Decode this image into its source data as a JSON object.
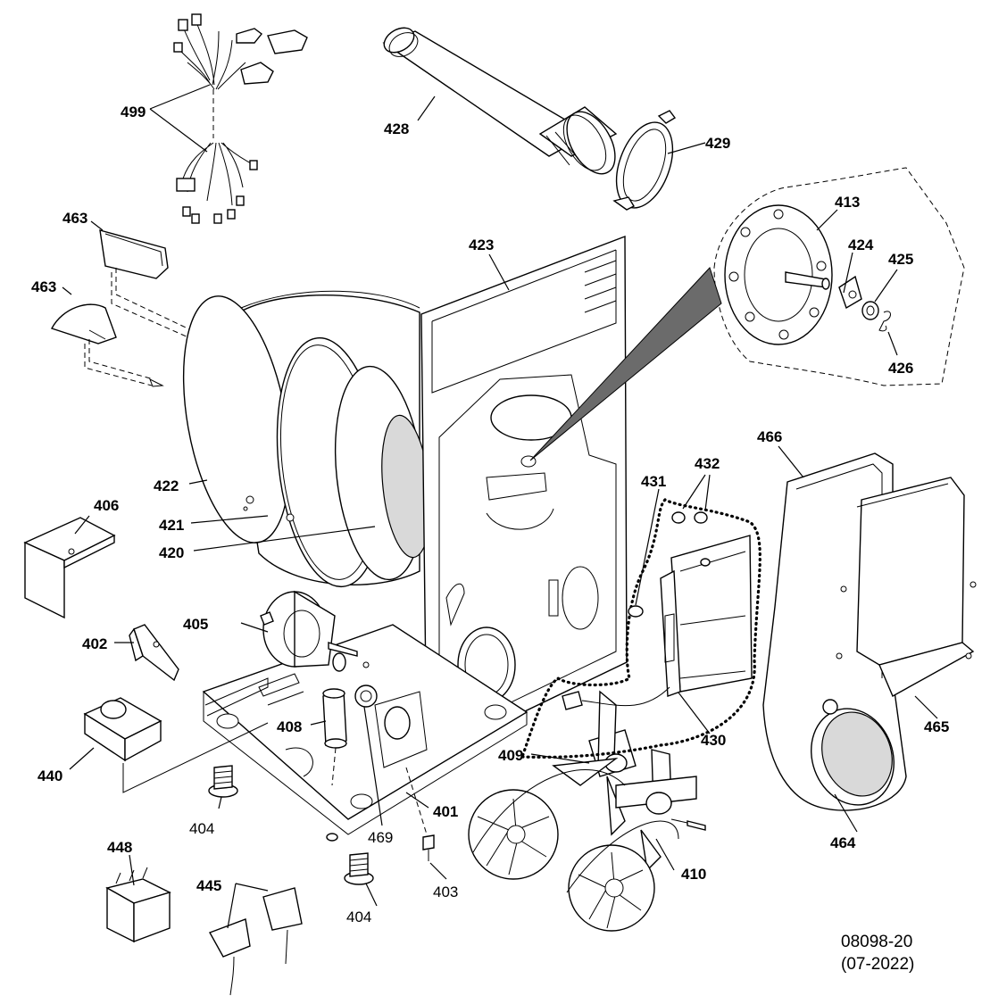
{
  "callouts": [
    {
      "id": "499",
      "text": "499",
      "bold": true
    },
    {
      "id": "428",
      "text": "428",
      "bold": true
    },
    {
      "id": "429",
      "text": "429",
      "bold": true
    },
    {
      "id": "463a",
      "text": "463",
      "bold": true
    },
    {
      "id": "463b",
      "text": "463",
      "bold": true
    },
    {
      "id": "423",
      "text": "423",
      "bold": true
    },
    {
      "id": "413",
      "text": "413",
      "bold": true
    },
    {
      "id": "424",
      "text": "424",
      "bold": true
    },
    {
      "id": "425",
      "text": "425",
      "bold": true
    },
    {
      "id": "426",
      "text": "426",
      "bold": true
    },
    {
      "id": "422",
      "text": "422",
      "bold": true
    },
    {
      "id": "421",
      "text": "421",
      "bold": true
    },
    {
      "id": "420",
      "text": "420",
      "bold": true
    },
    {
      "id": "406",
      "text": "406",
      "bold": true
    },
    {
      "id": "466",
      "text": "466",
      "bold": true
    },
    {
      "id": "432",
      "text": "432",
      "bold": true
    },
    {
      "id": "431",
      "text": "431",
      "bold": true
    },
    {
      "id": "405",
      "text": "405",
      "bold": true
    },
    {
      "id": "402",
      "text": "402",
      "bold": true
    },
    {
      "id": "408",
      "text": "408",
      "bold": true
    },
    {
      "id": "440",
      "text": "440",
      "bold": true
    },
    {
      "id": "409",
      "text": "409",
      "bold": true
    },
    {
      "id": "430",
      "text": "430",
      "bold": true
    },
    {
      "id": "465",
      "text": "465",
      "bold": true
    },
    {
      "id": "401",
      "text": "401",
      "bold": true
    },
    {
      "id": "404a",
      "text": "404",
      "bold": false
    },
    {
      "id": "469",
      "text": "469",
      "bold": false
    },
    {
      "id": "464",
      "text": "464",
      "bold": true
    },
    {
      "id": "403",
      "text": "403",
      "bold": false
    },
    {
      "id": "410",
      "text": "410",
      "bold": true
    },
    {
      "id": "448",
      "text": "448",
      "bold": true
    },
    {
      "id": "445",
      "text": "445",
      "bold": true
    },
    {
      "id": "404b",
      "text": "404",
      "bold": false
    }
  ],
  "drawing_number": "08098-20",
  "drawing_date": "(07-2022)"
}
